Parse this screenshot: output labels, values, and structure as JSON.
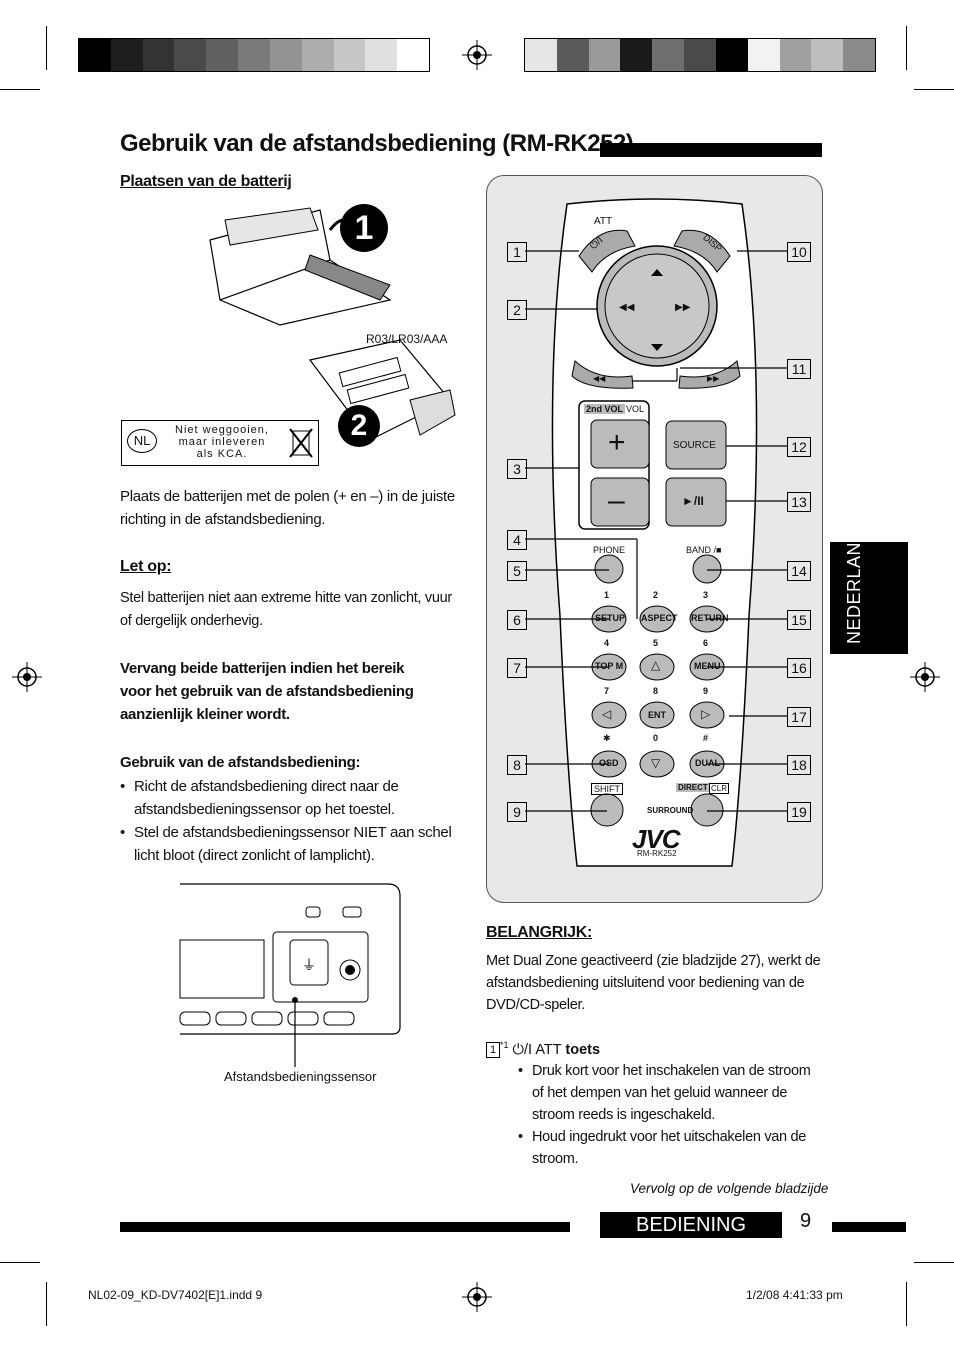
{
  "page_title": "Gebruik van de afstandsbediening (RM-RK252)",
  "battery_section": {
    "heading": "Plaatsen van de batterij",
    "step1": "1",
    "step2": "2",
    "battery_label": "R03/LR03/AAA",
    "kca_badge": "NL",
    "kca_text": [
      "Niet weggooien,",
      "maar inleveren",
      "als KCA."
    ],
    "instruction": "Plaats de batterijen met de polen (+ en –) in de juiste richting in de afstandsbediening."
  },
  "caution": {
    "heading": "Let op:",
    "text": "Stel batterijen niet aan extreme hitte van zonlicht, vuur of dergelijk onderhevig."
  },
  "replace_note": "Vervang beide batterijen indien het bereik voor het gebruik van de afstandsbediening aanzienlijk kleiner wordt.",
  "usage": {
    "heading": "Gebruik van de afstandsbediening:",
    "bullets": [
      "Richt de afstandsbediening direct naar de afstandsbedieningssensor op het toestel.",
      "Stel de afstandsbedieningssensor NIET aan schel licht bloot (direct zonlicht of lamplicht)."
    ]
  },
  "sensor_label": "Afstandsbedieningssensor",
  "remote": {
    "callouts_left": [
      "1",
      "2",
      "3",
      "4",
      "5",
      "6",
      "7",
      "8",
      "9"
    ],
    "callouts_right": [
      "10",
      "11",
      "12",
      "13",
      "14",
      "15",
      "16",
      "17",
      "18",
      "19"
    ],
    "att": "ATT",
    "power_symbol": "⏻/I",
    "disp": "DISP",
    "vol_2nd": "2nd VOL",
    "vol": "VOL",
    "source": "SOURCE",
    "play_pause": "►/II",
    "phone": "PHONE",
    "band": "BAND /",
    "keys_row1_nums": [
      "1",
      "2",
      "3"
    ],
    "setup": "SETUP",
    "aspect": "ASPECT",
    "return": "RETURN",
    "keys_row2_nums": [
      "4",
      "5",
      "6"
    ],
    "topm": "TOP M",
    "menu": "MENU",
    "keys_row3_nums": [
      "7",
      "8",
      "9"
    ],
    "ent": "ENT",
    "keys_row4_nums": [
      "✱",
      "0",
      "#"
    ],
    "osd": "OSD",
    "dual": "DUAL",
    "shift": "SHIFT",
    "direct": "DIRECT",
    "clr": "CLR",
    "surround": "SURROUND",
    "brand": "JVC",
    "model": "RM-RK252"
  },
  "important": {
    "heading": "BELANGRIJK:",
    "text": "Met Dual Zone geactiveerd (zie bladzijde 27), werkt de afstandsbediening uitsluitend voor bediening van de DVD/CD-speler."
  },
  "key1": {
    "num": "1",
    "footnote": "*1",
    "symbol": "⏻/I",
    "att": "ATT",
    "label": "toets",
    "bullets": [
      "Druk kort voor het inschakelen van de stroom of het dempen van het geluid wanneer de stroom reeds is ingeschakeld.",
      "Houd ingedrukt voor het uitschakelen van de stroom."
    ]
  },
  "continued": "Vervolg op de volgende bladzijde",
  "side_tab": "NEDERLANDS",
  "section_label": "BEDIENING",
  "page_number": "9",
  "slug_left": "NL02-09_KD-DV7402[E]1.indd   9",
  "slug_right": "1/2/08   4:41:33 pm",
  "colorbar_left": [
    "#000000",
    "#1e1e1e",
    "#333333",
    "#4a4a4a",
    "#616161",
    "#7a7a7a",
    "#939393",
    "#adadad",
    "#c7c7c7",
    "#e0e0e0",
    "#ffffff"
  ],
  "colorbar_right": [
    "#e6e6e6",
    "#5a5a5a",
    "#999999",
    "#1a1a1a",
    "#6e6e6e",
    "#4a4a4a",
    "#000000",
    "#f2f2f2",
    "#a0a0a0",
    "#bdbdbd",
    "#8a8a8a"
  ]
}
